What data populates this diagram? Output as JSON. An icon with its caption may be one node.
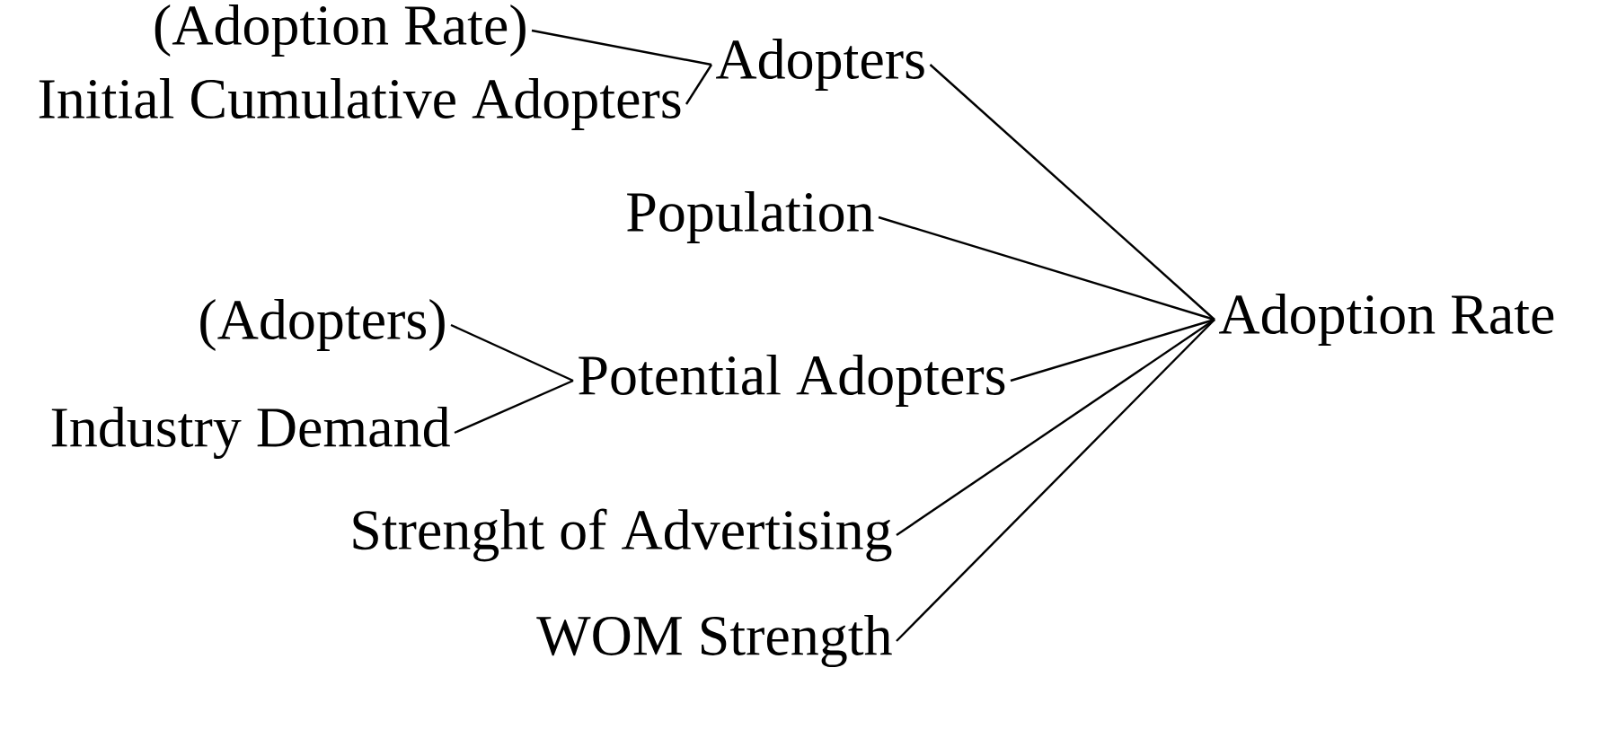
{
  "diagram": {
    "nodes": [
      {
        "text": [
          "(Adoption Rate)"
        ]
      },
      {
        "text": [
          "Initial Cumulative Adopters"
        ]
      },
      {
        "text": [
          "Adopters"
        ]
      },
      {
        "text": [
          "Population"
        ]
      },
      {
        "text": [
          "(Adopters)"
        ]
      },
      {
        "text": [
          "Industry Demand"
        ]
      },
      {
        "text": [
          "Potential Adopters"
        ]
      },
      {
        "text": [
          "Strenght of Advertising"
        ]
      },
      {
        "text": [
          "WOM Strength"
        ]
      },
      {
        "text": [
          "Adoption Rate"
        ]
      }
    ],
    "edges": [
      {
        "from": 0,
        "to": 2,
        "arrow": "none"
      },
      {
        "from": 1,
        "to": 2,
        "arrow": "none"
      },
      {
        "from": 2,
        "to": 9,
        "arrow": "none"
      },
      {
        "from": 3,
        "to": 9,
        "arrow": "none"
      },
      {
        "from": 4,
        "to": 6,
        "arrow": "none"
      },
      {
        "from": 5,
        "to": 6,
        "arrow": "none"
      },
      {
        "from": 6,
        "to": 9,
        "arrow": "none"
      },
      {
        "from": 7,
        "to": 9,
        "arrow": "none"
      },
      {
        "from": 8,
        "to": 9,
        "arrow": "none"
      }
    ]
  }
}
